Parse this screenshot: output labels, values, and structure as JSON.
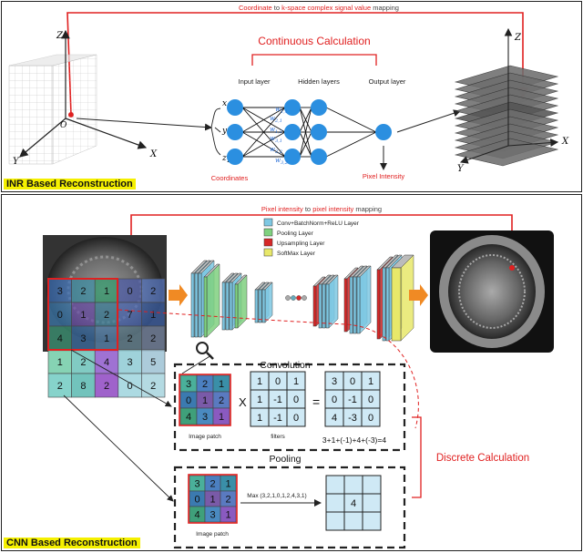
{
  "inr": {
    "top_mapping_part1": "Coordinate",
    "top_mapping_part2": " to ",
    "top_mapping_part3": "k-space complex signal value",
    "top_mapping_part4": " mapping",
    "continuous_title": "Continuous Calculation",
    "input_layer": "Input layer",
    "hidden_layers": "Hidden layers",
    "output_layer": "Output layer",
    "inputs": [
      "x",
      "y",
      "z"
    ],
    "weights": [
      "w",
      "w",
      "w",
      "w",
      "w",
      "w"
    ],
    "coordinates_label": "Coordinates",
    "pixel_intensity_label": "Pixel Intensity",
    "axis_z": "Z",
    "axis_x": "X",
    "axis_y": "Y",
    "origin": "O",
    "section_label": "INR Based Reconstruction"
  },
  "cnn": {
    "top_mapping_part1": "Pixel intensity",
    "top_mapping_part2": " to ",
    "top_mapping_part3": "pixel intensity",
    "top_mapping_part4": " mapping",
    "legend": [
      {
        "label": "Conv+BatchNorm+ReLU Layer",
        "color": "#7ec8e3"
      },
      {
        "label": "Pooling Layer",
        "color": "#7fd17f"
      },
      {
        "label": "Upsampling Layer",
        "color": "#d62828"
      },
      {
        "label": "SoftMax Layer",
        "color": "#e8e86a"
      }
    ],
    "image_grid": [
      [
        "3",
        "2",
        "1",
        "0",
        "2"
      ],
      [
        "0",
        "1",
        "2",
        "7",
        "1"
      ],
      [
        "4",
        "3",
        "1",
        "2",
        "2"
      ],
      [
        "1",
        "2",
        "4",
        "3",
        "5"
      ],
      [
        "2",
        "8",
        "2",
        "0",
        "2"
      ]
    ],
    "convolution_title": "Convolution",
    "patch": [
      [
        "3",
        "2",
        "1"
      ],
      [
        "0",
        "1",
        "2"
      ],
      [
        "4",
        "3",
        "1"
      ]
    ],
    "filter": [
      [
        "1",
        "0",
        "1"
      ],
      [
        "1",
        "-1",
        "0"
      ],
      [
        "1",
        "-1",
        "0"
      ]
    ],
    "result": [
      [
        "3",
        "0",
        "1"
      ],
      [
        "0",
        "-1",
        "0"
      ],
      [
        "4",
        "-3",
        "0"
      ]
    ],
    "times_sign": "X",
    "equals_sign": "=",
    "image_patch_label": "Image patch",
    "filters_label": "filters",
    "sum_equation": "3+1+(-1)+4+(-3)=4",
    "pooling_title": "Pooling",
    "pool_patch": [
      [
        "3",
        "2",
        "1"
      ],
      [
        "0",
        "1",
        "2"
      ],
      [
        "4",
        "3",
        "1"
      ]
    ],
    "max_equation": "Max (3,2,1,0,1,2,4,3,1)",
    "pool_result": "4",
    "pool_image_patch_label": "Image patch",
    "discrete_label": "Discrete Calculation",
    "section_label": "CNN Based Reconstruction"
  },
  "colors": {
    "red": "#e02020",
    "blue_node": "#2b8fe0",
    "accent_blue": "#2a6fd6"
  }
}
